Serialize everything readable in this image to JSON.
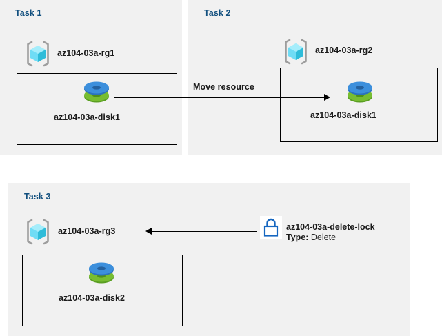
{
  "diagram": {
    "title_color": "#12507f",
    "panel_bg": "#f1f1f1",
    "accent_blue": "#1566c0",
    "disk_blue": "#3a8fdd",
    "disk_green": "#72b52b",
    "cube_cyan": "#5ad8f5"
  },
  "task1": {
    "title": "Task 1",
    "resource_group": "az104-03a-rg1",
    "resource_group_icon": "resource-group-cube-icon",
    "disk": "az104-03a-disk1",
    "disk_icon": "managed-disk-icon"
  },
  "task2": {
    "title": "Task 2",
    "resource_group": "az104-03a-rg2",
    "resource_group_icon": "resource-group-cube-icon",
    "disk": "az104-03a-disk1",
    "disk_icon": "managed-disk-icon"
  },
  "task3": {
    "title": "Task 3",
    "resource_group": "az104-03a-rg3",
    "resource_group_icon": "resource-group-cube-icon",
    "disk": "az104-03a-disk2",
    "disk_icon": "managed-disk-icon",
    "lock_icon": "padlock-icon",
    "lock_name": "az104-03a-delete-lock",
    "lock_type_label": "Type:",
    "lock_type_value": "Delete"
  },
  "arrows": {
    "move_resource_label": "Move resource",
    "move_resource_direction": "right",
    "lock_arrow_direction": "left"
  }
}
